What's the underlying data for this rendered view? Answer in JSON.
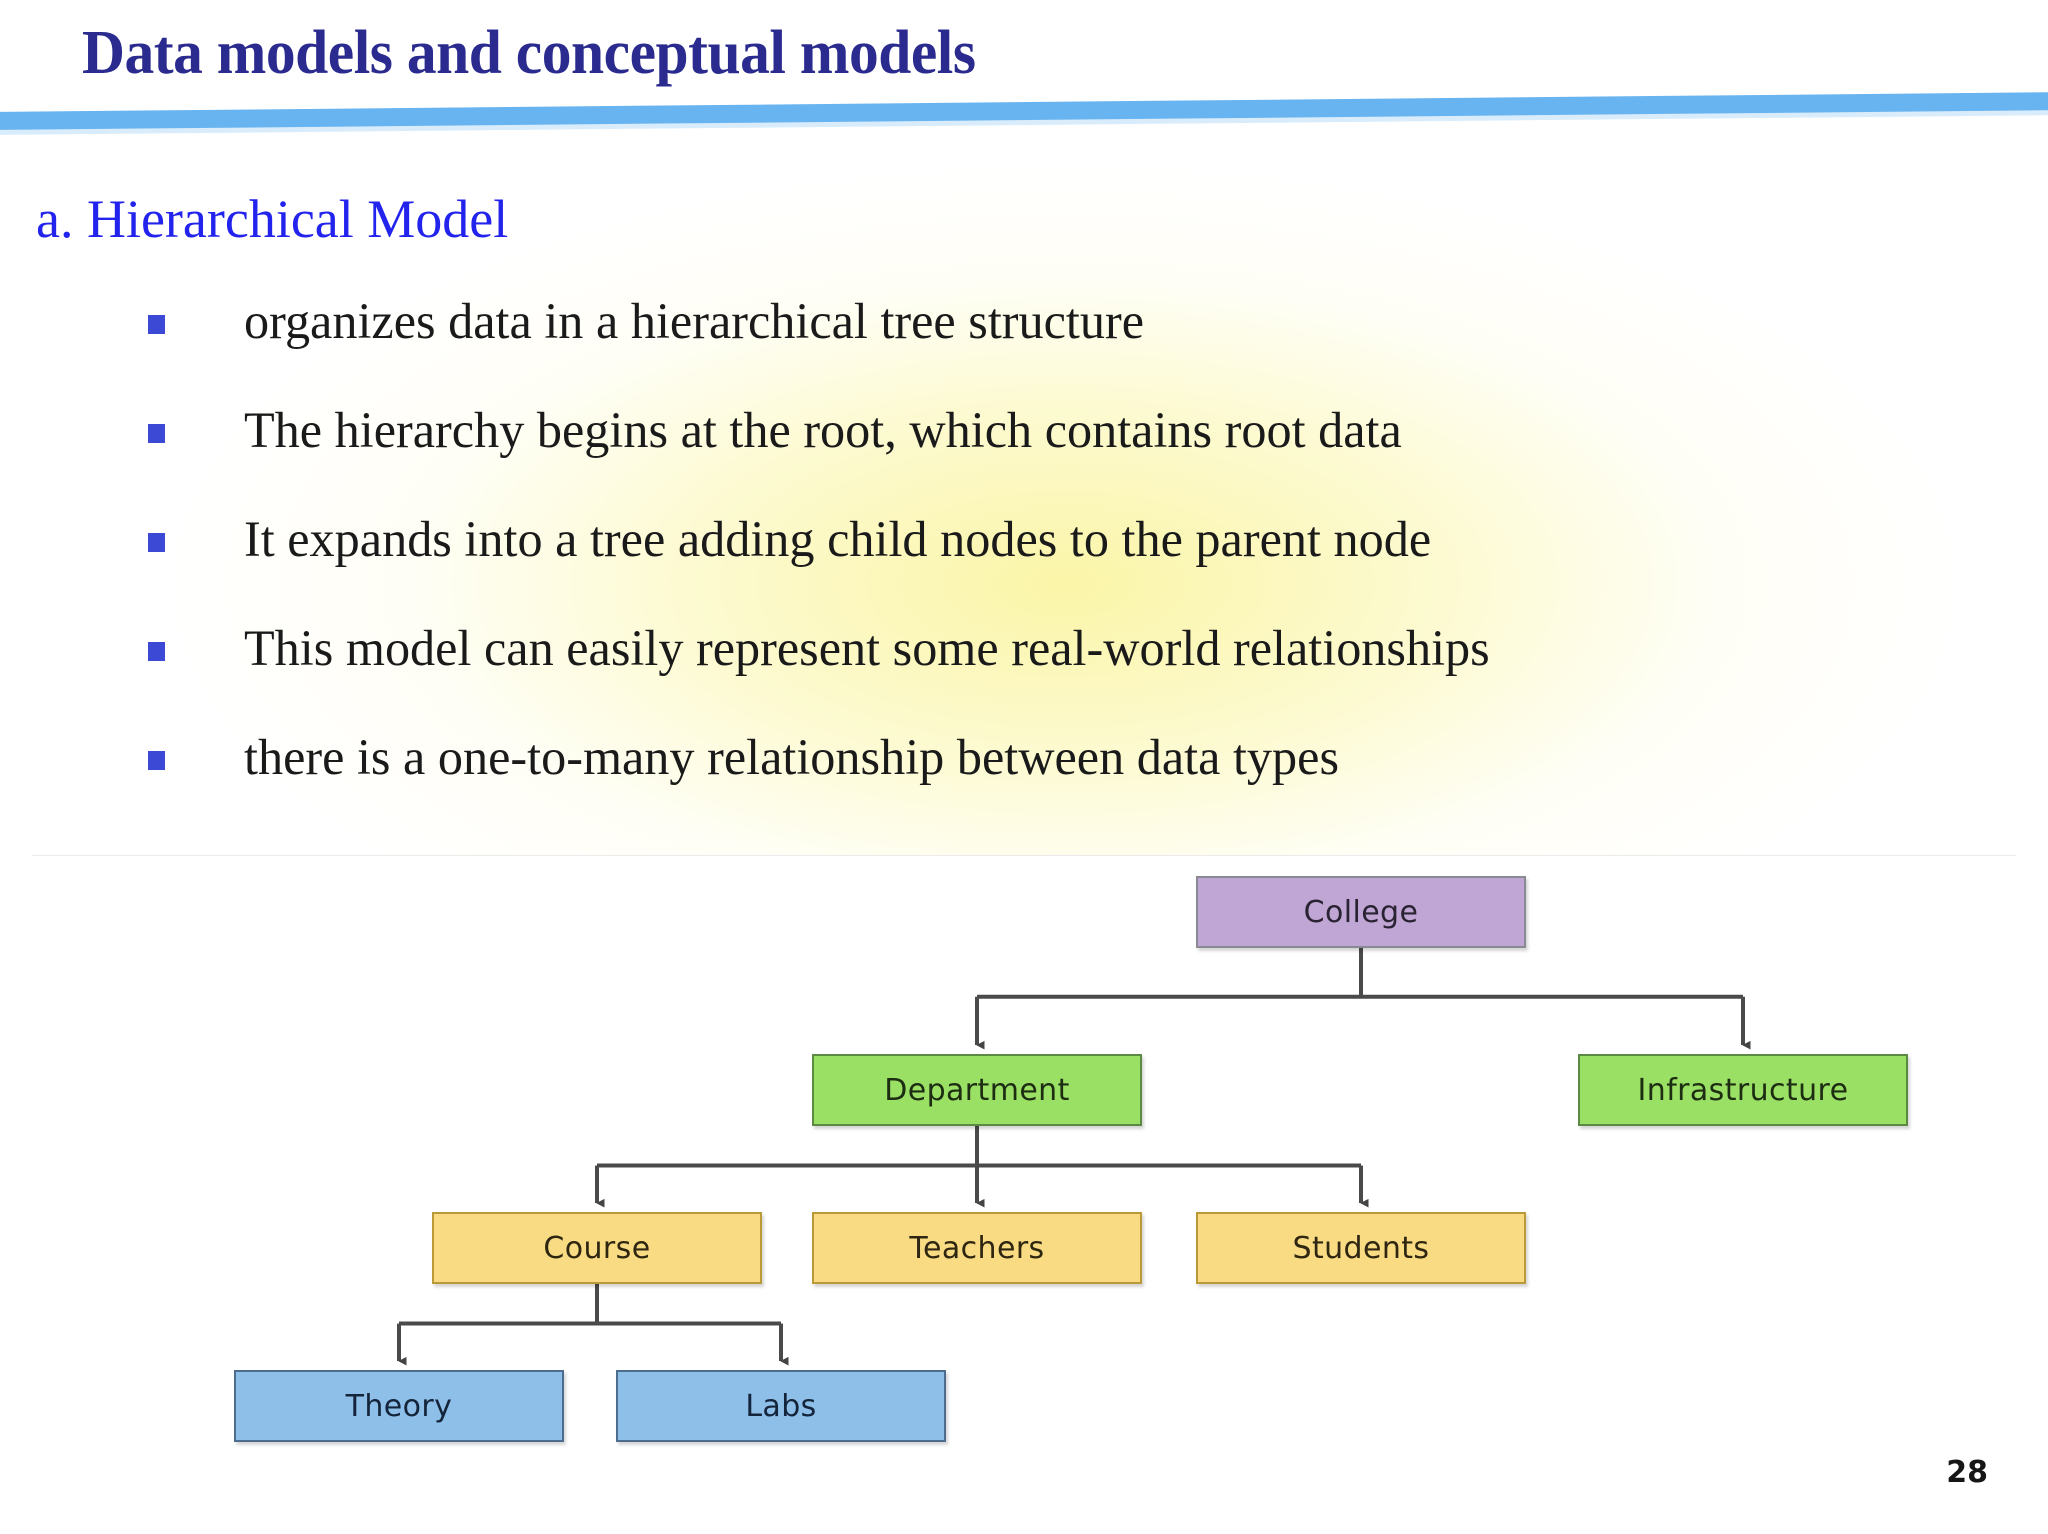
{
  "slide": {
    "title": "Data models and conceptual models",
    "subheading": "a. Hierarchical Model",
    "page_number": "28",
    "title_color": "#2b2b8f",
    "subheading_color": "#2323ee",
    "rule_color": "#68b4f0",
    "bullet_marker_color": "#3b49d4",
    "body_wash_color": "#faf4a0"
  },
  "bullets": [
    {
      "text": "organizes data in a hierarchical tree structure"
    },
    {
      "text": "The hierarchy begins at the root, which contains root data"
    },
    {
      "text": "It expands into a tree adding child nodes to the parent node"
    },
    {
      "text": "This model can easily represent some real-world relationships"
    },
    {
      "text": "there is a one-to-many relationship between data types"
    }
  ],
  "diagram": {
    "type": "tree",
    "title": "Hierarchical model example tree",
    "edge_color": "#4a4a4a",
    "nodes": [
      {
        "id": "college",
        "label": "College",
        "level": 0,
        "fill": "#bfa6d4",
        "border": "#8a8a93"
      },
      {
        "id": "department",
        "label": "Department",
        "level": 1,
        "fill": "#9ae065",
        "border": "#5d8a42"
      },
      {
        "id": "infrastructure",
        "label": "Infrastructure",
        "level": 1,
        "fill": "#9ae065",
        "border": "#5d8a42"
      },
      {
        "id": "course",
        "label": "Course",
        "level": 2,
        "fill": "#f8db83",
        "border": "#b99a36"
      },
      {
        "id": "teachers",
        "label": "Teachers",
        "level": 2,
        "fill": "#f8db83",
        "border": "#b99a36"
      },
      {
        "id": "students",
        "label": "Students",
        "level": 2,
        "fill": "#f8db83",
        "border": "#b99a36"
      },
      {
        "id": "theory",
        "label": "Theory",
        "level": 3,
        "fill": "#8ebfe8",
        "border": "#4d6d8f"
      },
      {
        "id": "labs",
        "label": "Labs",
        "level": 3,
        "fill": "#8ebfe8",
        "border": "#4d6d8f"
      }
    ],
    "edges": [
      {
        "from": "college",
        "to": "department"
      },
      {
        "from": "college",
        "to": "infrastructure"
      },
      {
        "from": "department",
        "to": "course"
      },
      {
        "from": "department",
        "to": "teachers"
      },
      {
        "from": "department",
        "to": "students"
      },
      {
        "from": "course",
        "to": "theory"
      },
      {
        "from": "course",
        "to": "labs"
      }
    ]
  }
}
